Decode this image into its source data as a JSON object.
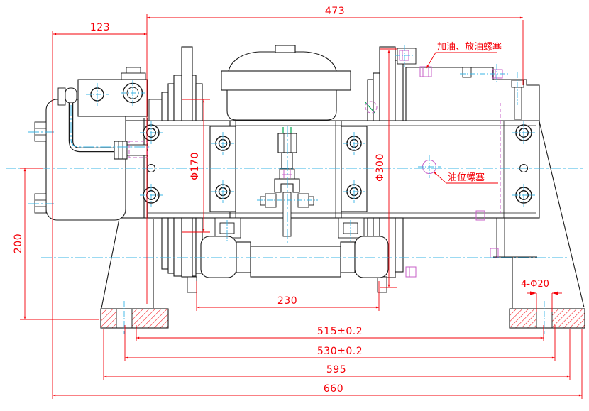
{
  "drawing": {
    "kind": "engineering-section-view"
  },
  "dimensions": {
    "overall_top": "473",
    "motor_section": "123",
    "base_height": "200",
    "drum_diameter": "Φ170",
    "flange_diameter": "Φ300",
    "roller_span": "230",
    "hole_span_inner": "515±0.2",
    "hole_span_outer": "530±0.2",
    "base_width": "595",
    "overall_width": "660",
    "mounting_holes": "4-Φ20"
  },
  "annotations": {
    "fill_drain_plug": "加油、放油螺塞",
    "oil_level_plug": "油位螺塞"
  },
  "colors": {
    "outline": "#1a1a1a",
    "dimension_red": "#f50008",
    "centerline_cyan": "#38b4e6",
    "hidden_magenta": "#c75fc7",
    "accent_green": "#00a651",
    "paper": "#ffffff"
  }
}
